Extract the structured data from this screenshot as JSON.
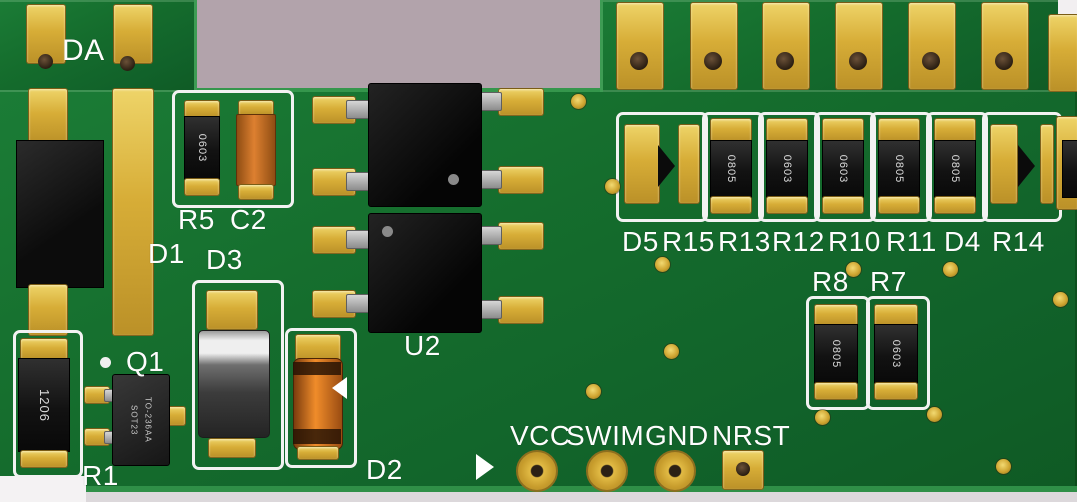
{
  "silkscreen": {
    "da": "DA",
    "d1": "D1",
    "r5": "R5",
    "c2": "C2",
    "d3": "D3",
    "q1": "Q1",
    "r1": "R1",
    "u2": "U2",
    "d2": "D2",
    "row": [
      "D5",
      "R15",
      "R13",
      "R12",
      "R10",
      "R11",
      "D4",
      "R14"
    ],
    "r8": "R8",
    "r7": "R7",
    "connector": [
      "VCC",
      "SWIM",
      "GND",
      "NRST"
    ]
  },
  "markings": {
    "r5": "0603",
    "r1": "1206",
    "q1": [
      "SOT23",
      "TO-236AA"
    ],
    "row": [
      "0805",
      "0603",
      "0603",
      "0805",
      "0805"
    ],
    "r8": "0805",
    "r7": "0603"
  },
  "colors": {
    "board_green": "#156d2d",
    "pad_gold": "#d7ad37",
    "silkscreen_white": "#ffffff",
    "component_black": "#121212",
    "capacitor_orange": "#e07820",
    "background_mauve": "#b2a3ab"
  }
}
